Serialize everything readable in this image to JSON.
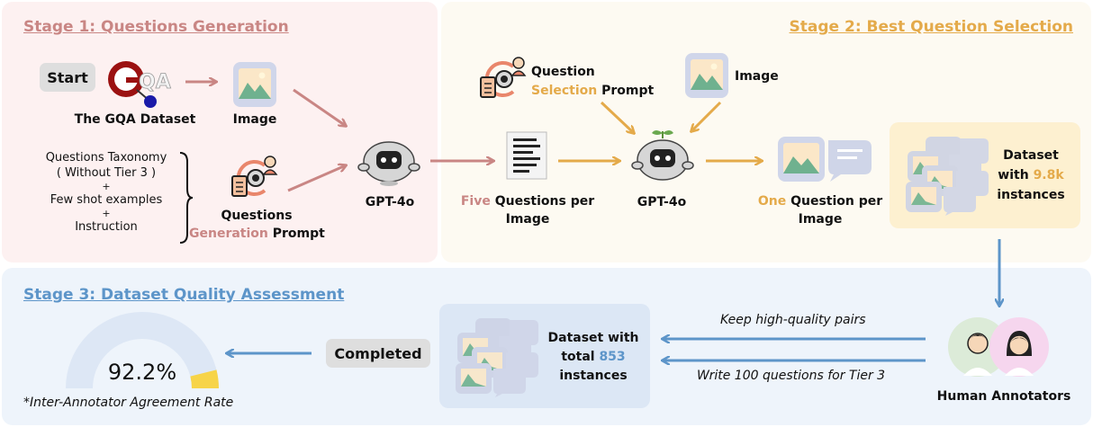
{
  "stage1": {
    "title": "Stage 1: Questions Generation",
    "start_label": "Start",
    "gqa_logo_text": "GQA",
    "gqa_label": "The GQA Dataset",
    "image_label": "Image",
    "inputs": [
      "Questions Taxonomy",
      "( Without Tier 3 )",
      "+",
      "Few shot examples",
      "+",
      "Instruction"
    ],
    "prompt_line1": "Questions",
    "prompt_highlight": "Generation",
    "prompt_suffix": " Prompt",
    "model_label": "GPT-4o"
  },
  "stage2": {
    "title": "Stage 2: Best Question Selection",
    "prompt_line1": "Question",
    "prompt_highlight": "Selection",
    "prompt_suffix": " Prompt",
    "image_label": "Image",
    "model_label": "GPT-4o",
    "five_highlight": "Five",
    "five_suffix": " Questions per",
    "five_line2": "Image",
    "one_highlight": "One",
    "one_suffix": " Question per",
    "one_line2": "Image",
    "dataset_line1": "Dataset",
    "dataset_prefix": "with ",
    "dataset_count": "9.8k",
    "dataset_line3": "instances"
  },
  "stage3": {
    "title": "Stage 3: Dataset Quality Assessment",
    "gauge_value": "92.2%",
    "gauge_fraction": 0.922,
    "gauge_caption": "*Inter-Annotator Agreement Rate",
    "completed_label": "Completed",
    "dataset_line1": "Dataset with",
    "dataset_prefix": "total ",
    "dataset_count": "853",
    "dataset_line3": "instances",
    "keep_label": "Keep high-quality pairs",
    "write_label": "Write 100 questions for Tier 3",
    "annotators_label": "Human Annotators"
  },
  "colors": {
    "pink": "#c98684",
    "orange": "#e4aa4a",
    "blue": "#5d95c9",
    "gauge_track": "#dde7f5",
    "gauge_fill": "#f7d448"
  }
}
